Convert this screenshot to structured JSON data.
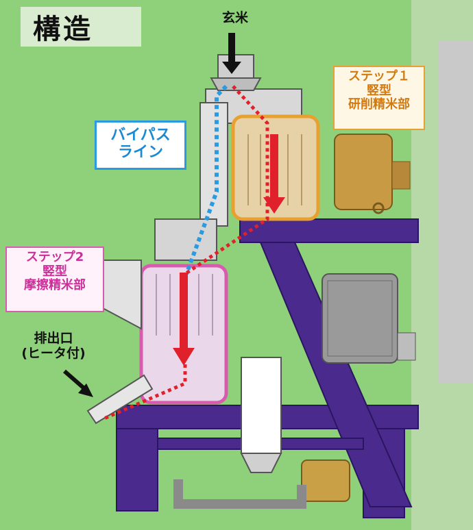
{
  "title": "構造",
  "labels": {
    "brown_rice": "玄米",
    "bypass_line_1": "バイパス",
    "bypass_line_2": "ライン",
    "step1_line_1": "ステップ１",
    "step1_line_2": "竪型",
    "step1_line_3": "研削精米部",
    "step2_line_1": "ステップ2",
    "step2_line_2": "竪型",
    "step2_line_3": "摩擦精米部",
    "outlet_line_1": "排出口",
    "outlet_line_2": "(ヒータ付)"
  },
  "colors": {
    "background": "#8fd17a",
    "frame": "#4a2a8c",
    "step1_highlight": "#e8a030",
    "step2_highlight": "#d95bb0",
    "bypass_line": "#2a9be0",
    "flow_arrow": "#e0202a"
  }
}
